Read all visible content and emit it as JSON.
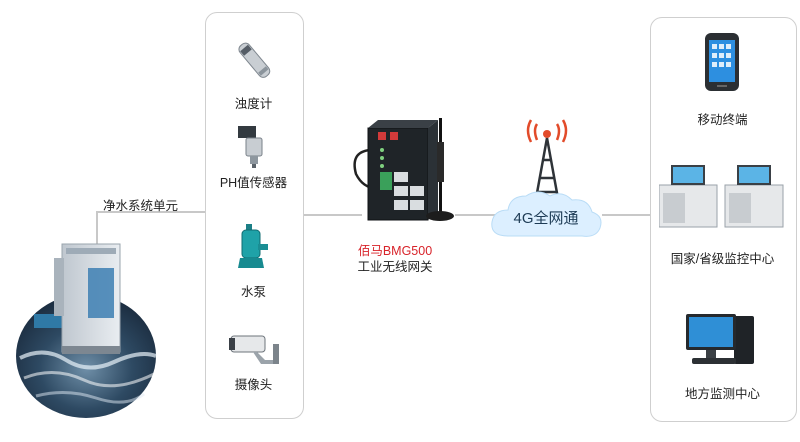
{
  "left": {
    "unit_label": "净水系统单元"
  },
  "sensors": [
    {
      "label": "浊度计",
      "icon": "turbidity-meter-icon"
    },
    {
      "label": "PH值传感器",
      "icon": "ph-sensor-icon"
    },
    {
      "label": "水泵",
      "icon": "water-pump-icon"
    },
    {
      "label": "摄像头",
      "icon": "camera-icon"
    }
  ],
  "gateway": {
    "model": "佰马BMG500",
    "type": "工业无线网关"
  },
  "cloud": {
    "label": "4G全网通"
  },
  "terminals": [
    {
      "label": "移动终端",
      "icon": "mobile-phone-icon"
    },
    {
      "label": "国家/省级监控中心",
      "icon": "monitoring-center-icon"
    },
    {
      "label": "地方监测中心",
      "icon": "desktop-computer-icon"
    }
  ],
  "colors": {
    "accent_red": "#d8232a",
    "cloud": "#dcefff",
    "line": "#c8c8c8",
    "panel_border": "#cfcfcf"
  }
}
